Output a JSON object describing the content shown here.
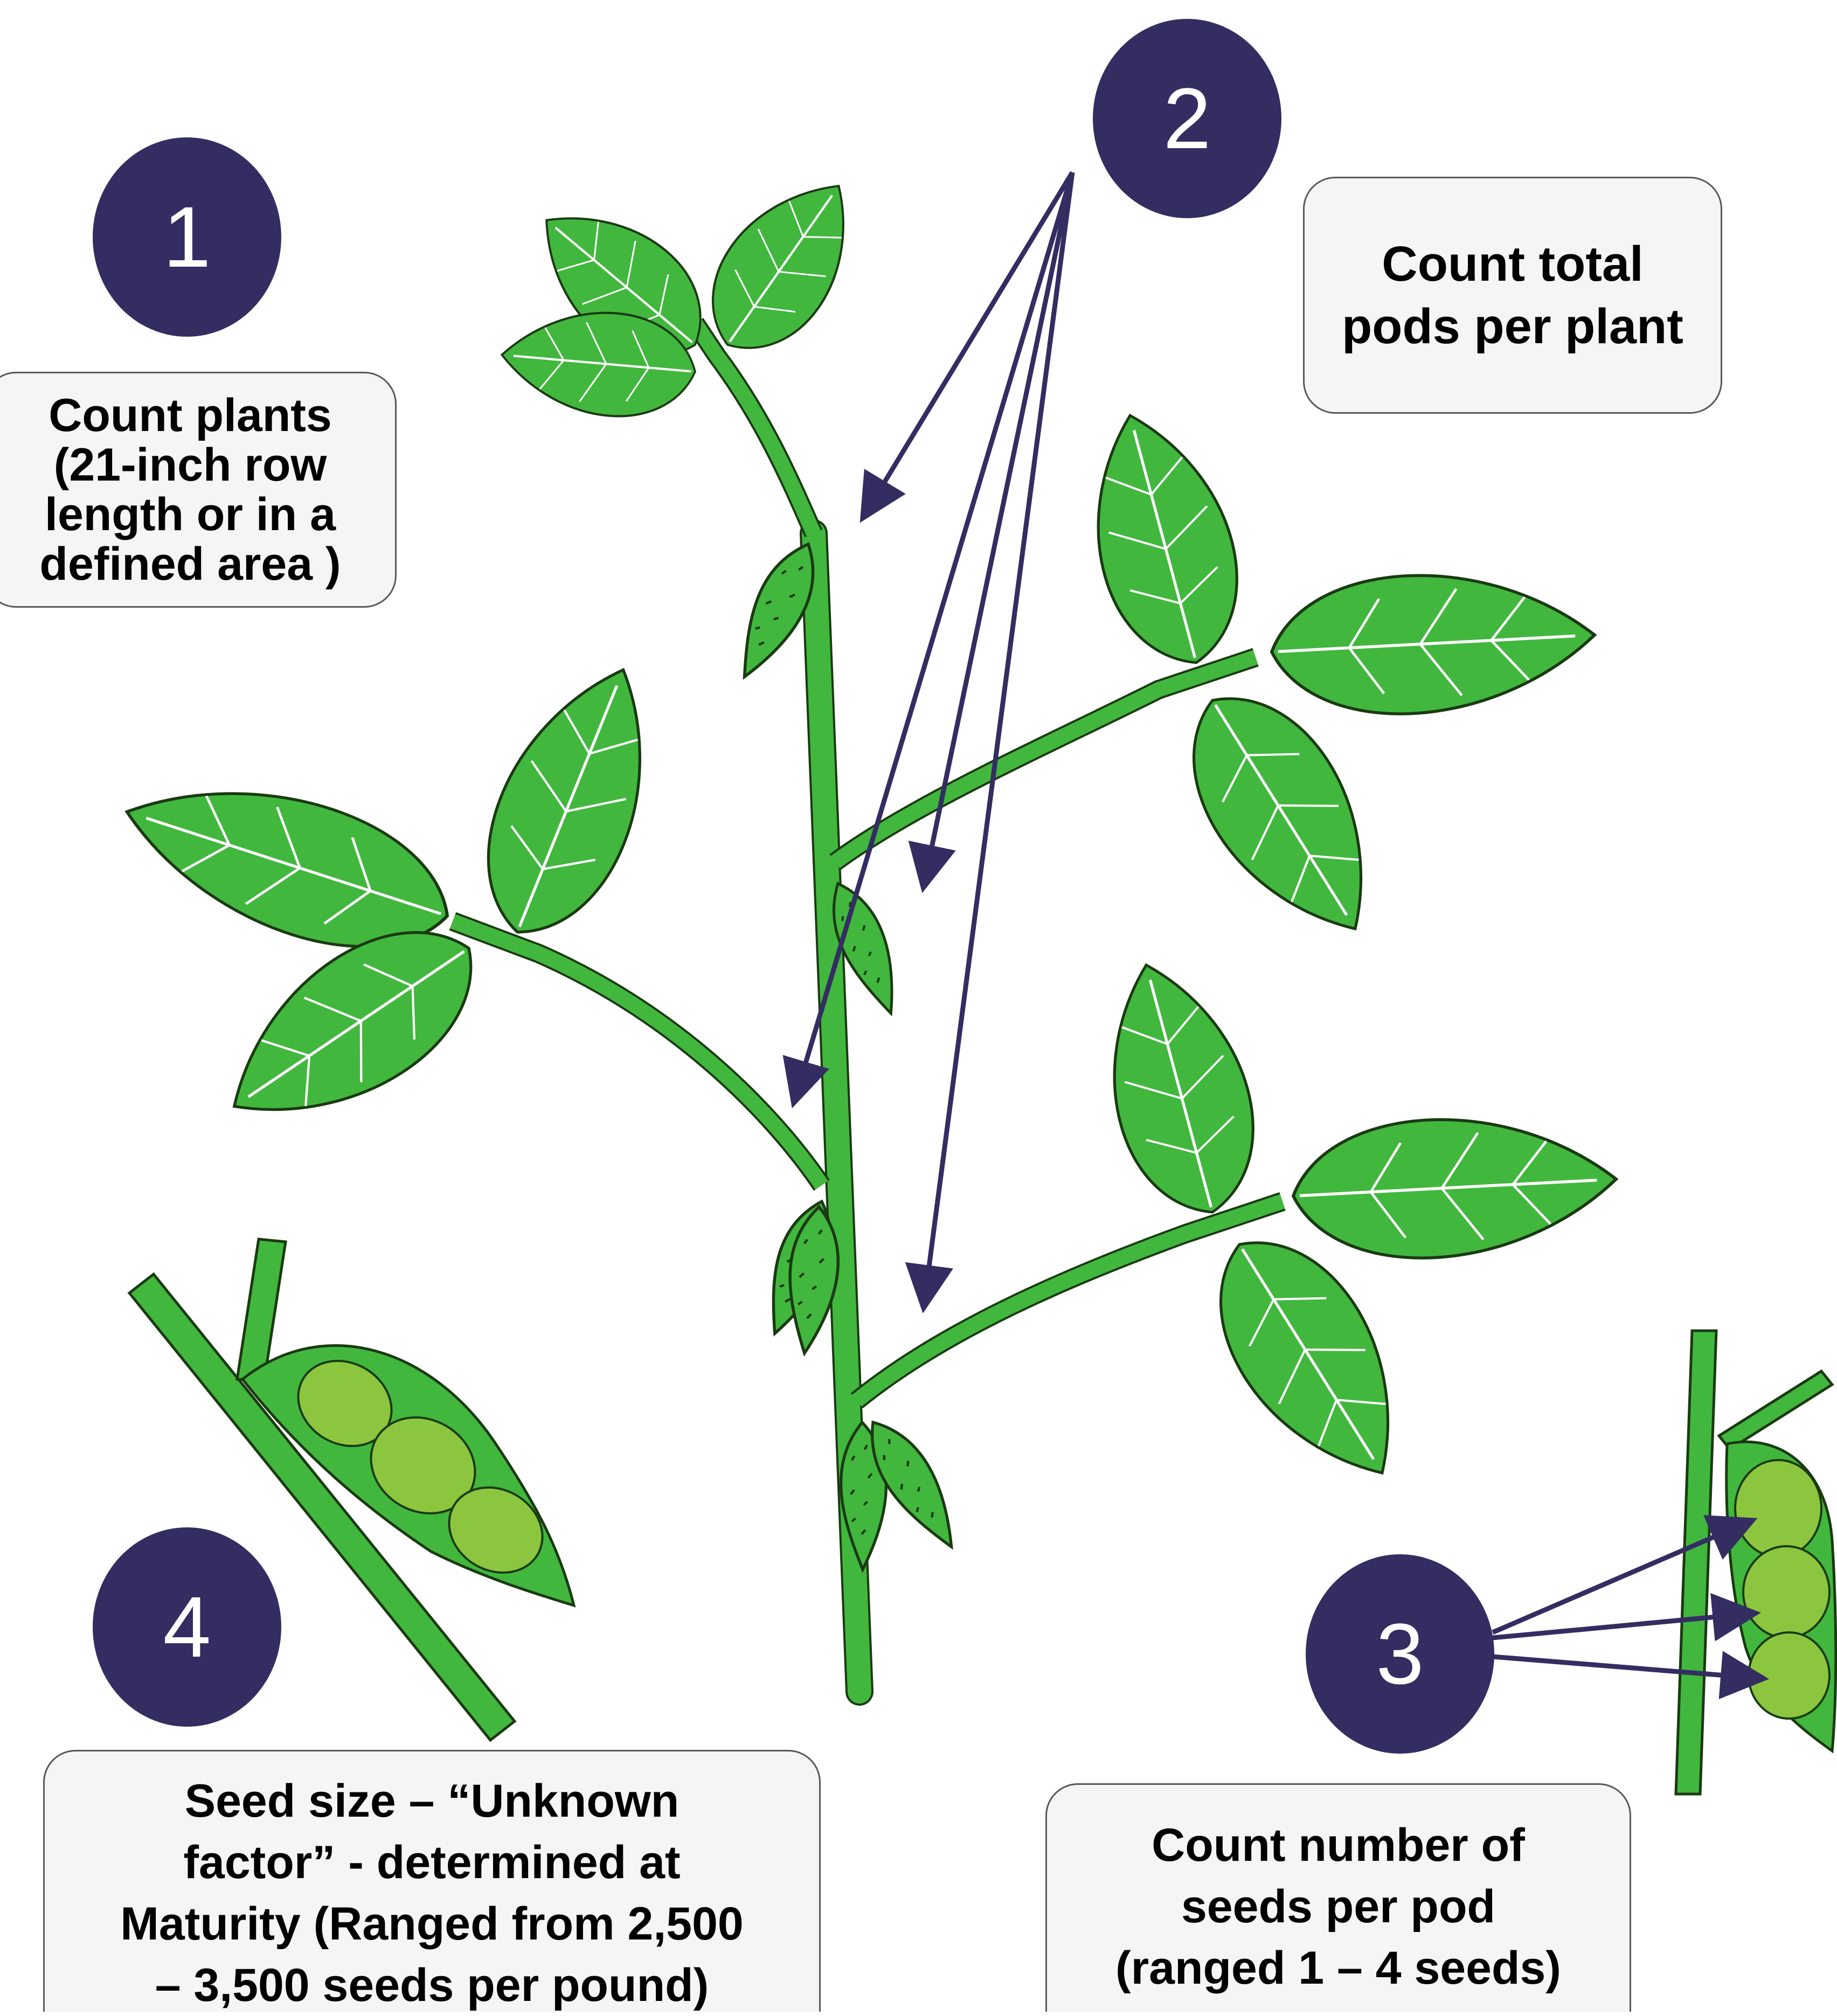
{
  "steps": [
    {
      "number": "1",
      "lines": [
        "Count plants",
        "(21-inch row",
        "length or in a",
        "defined area )"
      ]
    },
    {
      "number": "2",
      "lines": [
        "Count total",
        "pods per plant"
      ]
    },
    {
      "number": "3",
      "lines": [
        "Count number of",
        "seeds per pod",
        "(ranged 1 – 4 seeds)"
      ]
    },
    {
      "number": "4",
      "lines": [
        "Seed size – “Unknown",
        "factor” -  determined at",
        "Maturity (Ranged from 2,500",
        "– 3,500 seeds per pound)"
      ]
    }
  ],
  "colors": {
    "badge": "#342d62",
    "arrow": "#342d62",
    "leaf": "#41b73e",
    "stem": "#41b73e",
    "outline": "#1a3a12",
    "seed": "#8cc63f",
    "box_fill": "#f5f5f5",
    "box_border": "#595959"
  }
}
